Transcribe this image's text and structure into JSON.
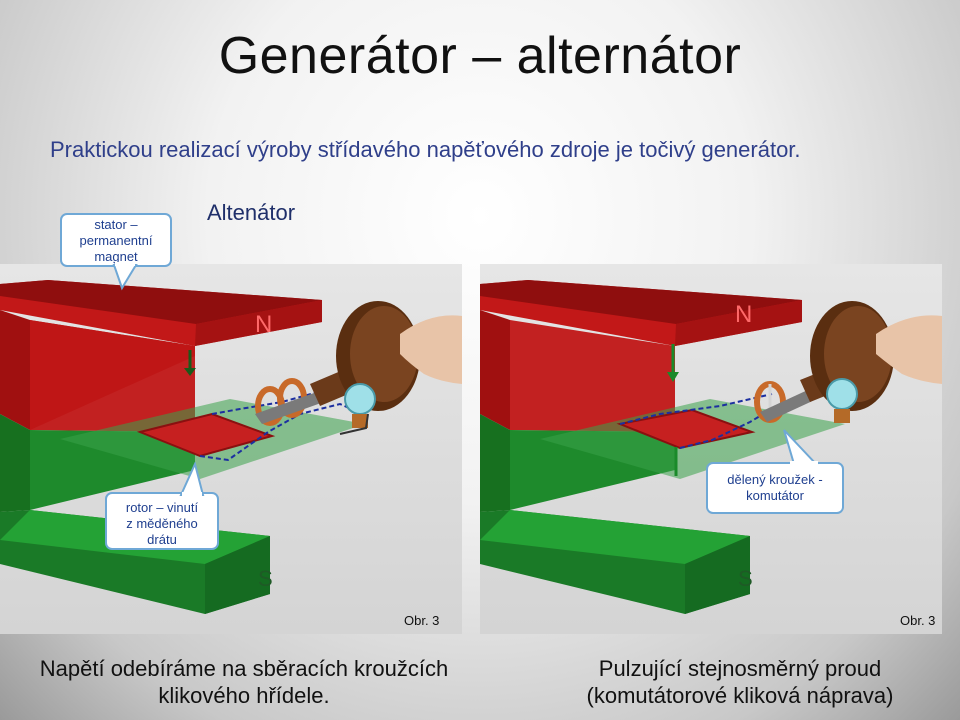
{
  "slide": {
    "title": "Generátor – alternátor",
    "subtitle": "Praktickou realizací výroby střídavého napěťového zdroje je točivý generátor.",
    "section_label": "Altenátor"
  },
  "callouts": {
    "stator": [
      "stator –",
      "permanentní",
      "magnet"
    ],
    "rotor": [
      "rotor – vinutí",
      "z měděného",
      "drátu"
    ],
    "commutator": [
      "dělený kroužek -",
      "komutátor"
    ]
  },
  "figures": {
    "left": {
      "pole_north": "N",
      "pole_south": "S",
      "label": "Obr. 3"
    },
    "right": {
      "pole_north": "N",
      "pole_south": "S",
      "label": "Obr. 3"
    }
  },
  "captions": {
    "left": [
      "Napětí odebíráme na sběracích kroužcích",
      "klikového hřídele."
    ],
    "right": [
      "Pulzující stejnosměrný proud",
      "(komutátorové kliková náprava)"
    ]
  },
  "colors": {
    "magnet_red": "#b01414",
    "magnet_green": "#1e8a2c",
    "coil_copper": "#c86a2a",
    "wire_blue": "#1c2fa0",
    "callout_border": "#6fa8d6",
    "text_blue": "#2f3f8a"
  }
}
